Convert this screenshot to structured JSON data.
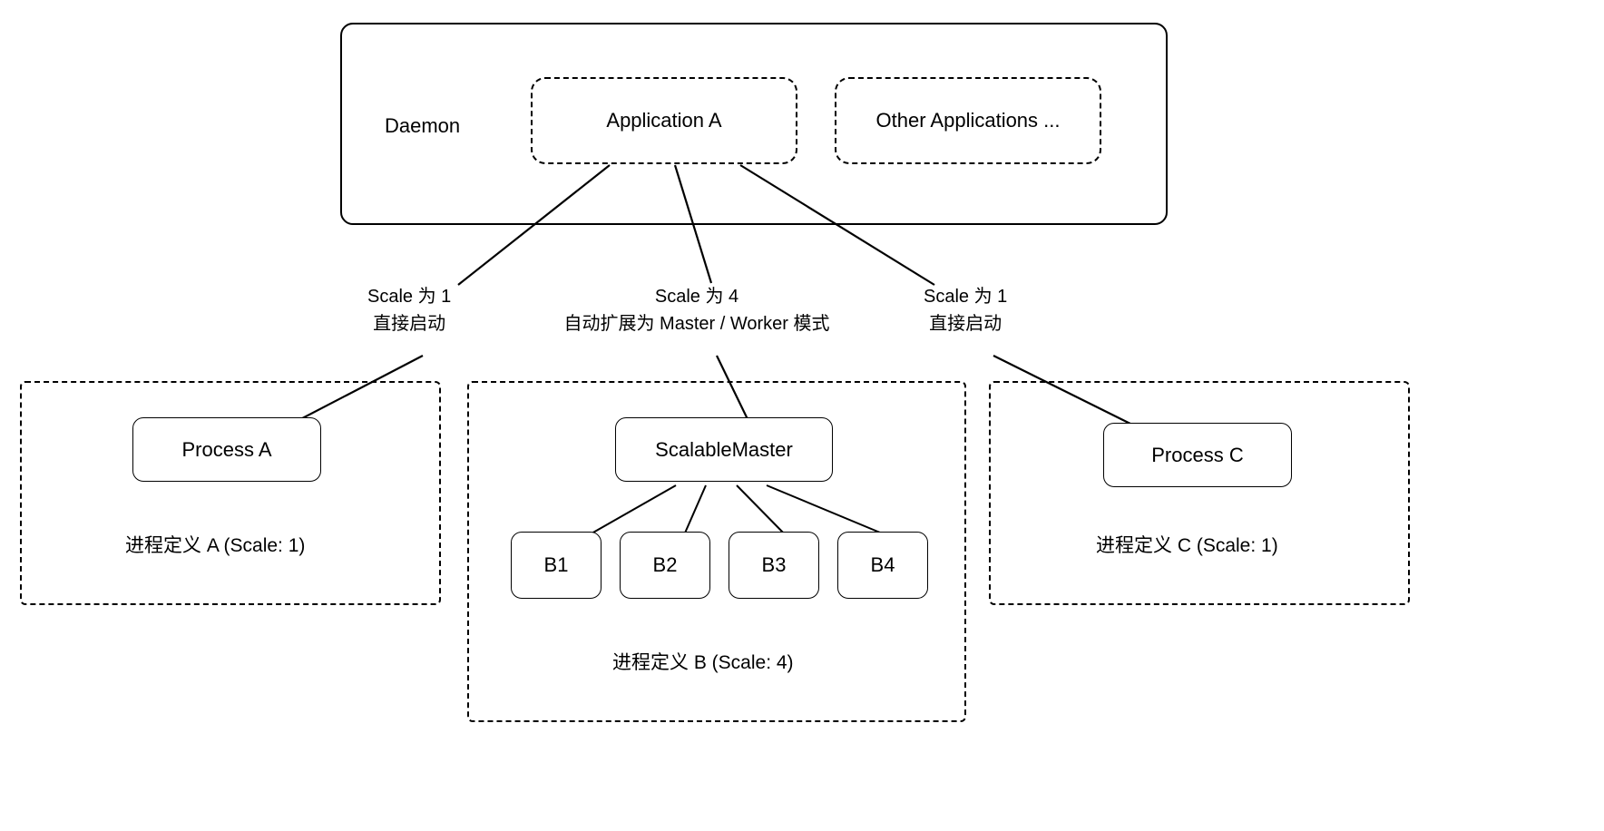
{
  "diagram": {
    "title": "Daemon application scaling diagram",
    "stroke_color": "#000000",
    "background_color": "#ffffff"
  },
  "daemon": {
    "label": "Daemon",
    "applications": [
      {
        "id": "app-a",
        "label": "Application A"
      },
      {
        "id": "other-apps",
        "label": "Other Applications ..."
      }
    ]
  },
  "edge_labels": [
    {
      "id": "edge-a",
      "line1": "Scale 为 1",
      "line2": "直接启动"
    },
    {
      "id": "edge-b",
      "line1": "Scale 为 4",
      "line2": "自动扩展为 Master / Worker 模式"
    },
    {
      "id": "edge-c",
      "line1": "Scale 为 1",
      "line2": "直接启动"
    }
  ],
  "process_groups": [
    {
      "id": "group-a",
      "caption": "进程定义 A (Scale: 1)",
      "nodes": [
        {
          "id": "process-a",
          "label": "Process A"
        }
      ]
    },
    {
      "id": "group-b",
      "caption": "进程定义 B (Scale: 4)",
      "master": {
        "id": "scalable-master",
        "label": "ScalableMaster"
      },
      "workers": [
        {
          "id": "worker-b1",
          "label": "B1"
        },
        {
          "id": "worker-b2",
          "label": "B2"
        },
        {
          "id": "worker-b3",
          "label": "B3"
        },
        {
          "id": "worker-b4",
          "label": "B4"
        }
      ]
    },
    {
      "id": "group-c",
      "caption": "进程定义 C (Scale: 1)",
      "nodes": [
        {
          "id": "process-c",
          "label": "Process C"
        }
      ]
    }
  ]
}
